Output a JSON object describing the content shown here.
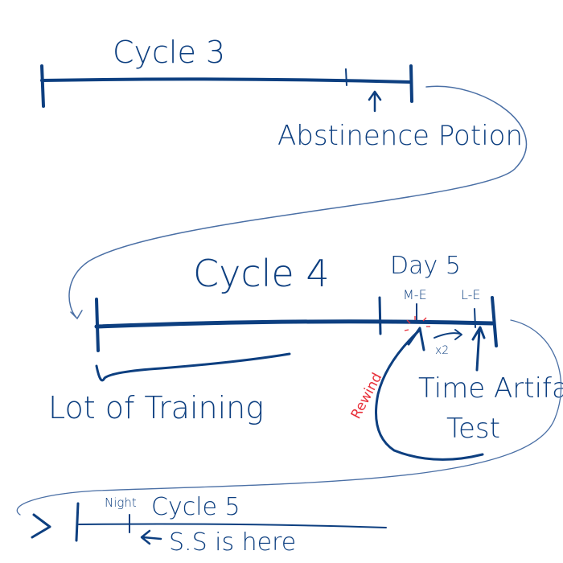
{
  "cycle3": {
    "title": "Cycle 3",
    "marker": "Abstinence Potion"
  },
  "cycle4": {
    "title": "Cycle 4",
    "day": "Day 5",
    "me": "M-E",
    "le": "L-E",
    "training": "Lot of Training",
    "times": "x2",
    "rewind": "Rewind",
    "artifact_line1": "Time Artifact",
    "artifact_line2": "Test"
  },
  "cycle5": {
    "title": "Cycle 5",
    "night": "Night",
    "ss": "S.S is here"
  },
  "colors": {
    "ink": "#0d3f80",
    "accent": "#e8303a"
  }
}
